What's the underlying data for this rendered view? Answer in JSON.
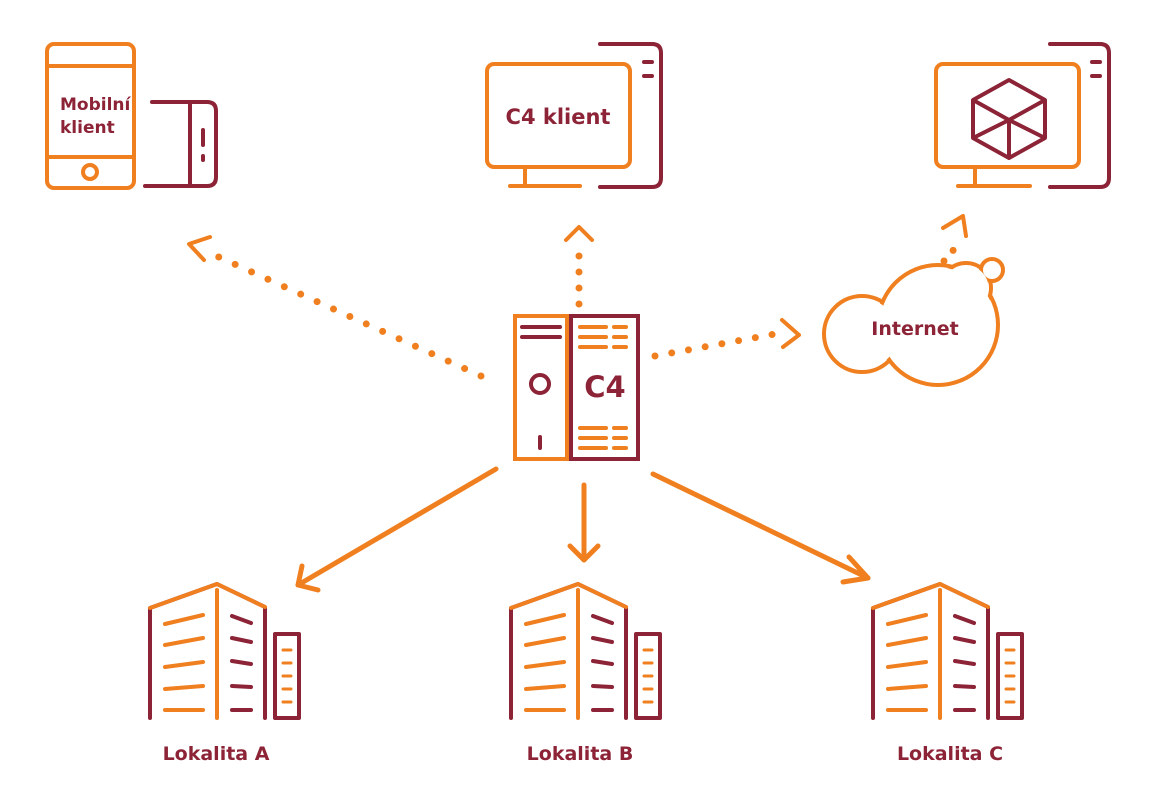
{
  "colors": {
    "orange": "#f07f1f",
    "maroon": "#8c2336",
    "background": "#ffffff"
  },
  "server": {
    "label": "C4"
  },
  "nodes": {
    "mobile_client": {
      "label_line1": "Mobilní",
      "label_line2": "klient"
    },
    "c4_client": {
      "label": "C4 klient"
    },
    "web_client": {
      "icon": "cube-icon"
    },
    "internet": {
      "label": "Internet"
    }
  },
  "locations": [
    {
      "label": "Lokalita A"
    },
    {
      "label": "Lokalita B"
    },
    {
      "label": "Lokalita C"
    }
  ]
}
